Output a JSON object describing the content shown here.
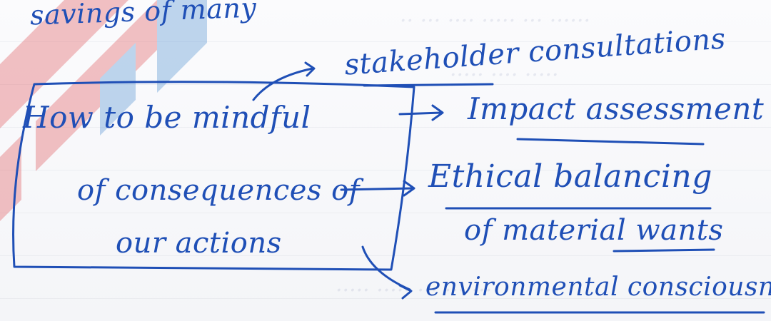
{
  "note": {
    "fragment_top": "savings of many",
    "central_box": {
      "line1": "How to be mindful",
      "line2": "of consequences of",
      "line3": "our actions"
    },
    "branches": [
      {
        "label": "stakeholder consultations"
      },
      {
        "label": "Impact assessment"
      },
      {
        "label": "Ethical balancing"
      },
      {
        "label": "of material wants"
      },
      {
        "label": "environmental consciousness"
      }
    ]
  },
  "colors": {
    "ink": "#1f4fb6",
    "watermark_red": "#e04a4f",
    "watermark_blue": "#3a7fc8"
  }
}
